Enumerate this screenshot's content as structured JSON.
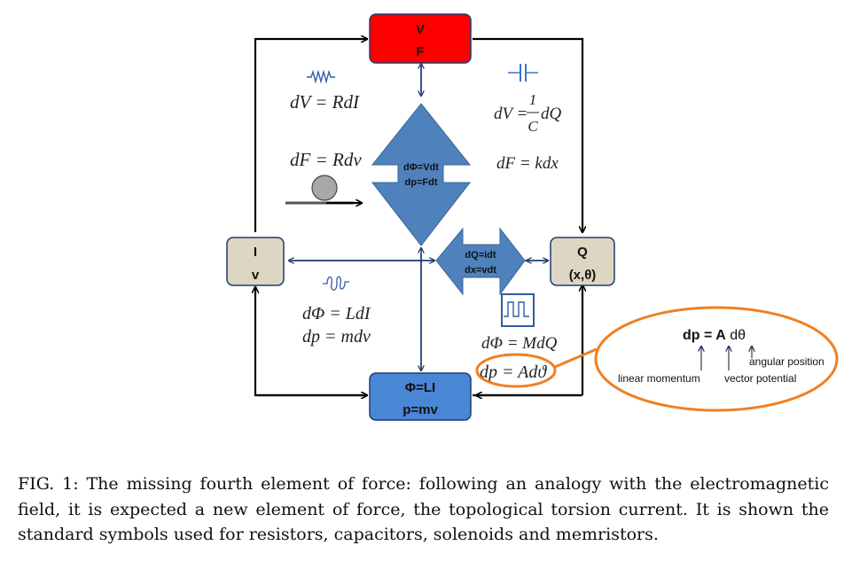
{
  "nodes": {
    "top": {
      "line1": "V",
      "line2": "F"
    },
    "left": {
      "line1": "I",
      "line2": "v"
    },
    "right": {
      "line1": "Q",
      "line2": "(x,θ)"
    },
    "bottom": {
      "line1": "Φ=LI",
      "line2": "p=mv"
    }
  },
  "center": {
    "big_arrow": {
      "line1": "dΦ=Vdt",
      "line2": "dp=Fdt"
    },
    "side_arrow": {
      "line1": "dQ=idt",
      "line2": "dx=vdt"
    }
  },
  "equations": {
    "resistor_1": "dV = RdI",
    "resistor_2": "dF = Rdv",
    "capacitor_1_lhs": "dV =",
    "capacitor_1_num": "1",
    "capacitor_1_den": "C",
    "capacitor_1_rhs": "dQ",
    "capacitor_2": "dF = kdx",
    "inductor_1": "dΦ = LdI",
    "inductor_2": "dp = mdv",
    "memristor_1": "dΦ = MdQ",
    "memristor_2": "dp = Adϑ"
  },
  "callout": {
    "formula_a": "dp = ",
    "formula_b": "A",
    "formula_c": " dθ",
    "label_linear": "linear momentum",
    "label_vector": "vector potential",
    "label_angular": "angular position"
  },
  "caption": "FIG. 1: The missing fourth element of force: following an analogy with the electromagnetic field, it is expected a new element of force, the topological torsion current. It is shown the standard symbols used for resistors, capacitors, solenoids and memristors.",
  "colors": {
    "top_box": "#ff0000",
    "side_box": "#ddd6c2",
    "bottom_box": "#4a86d6",
    "arrow_fill": "#4f81bd",
    "callout": "#f07f21"
  }
}
